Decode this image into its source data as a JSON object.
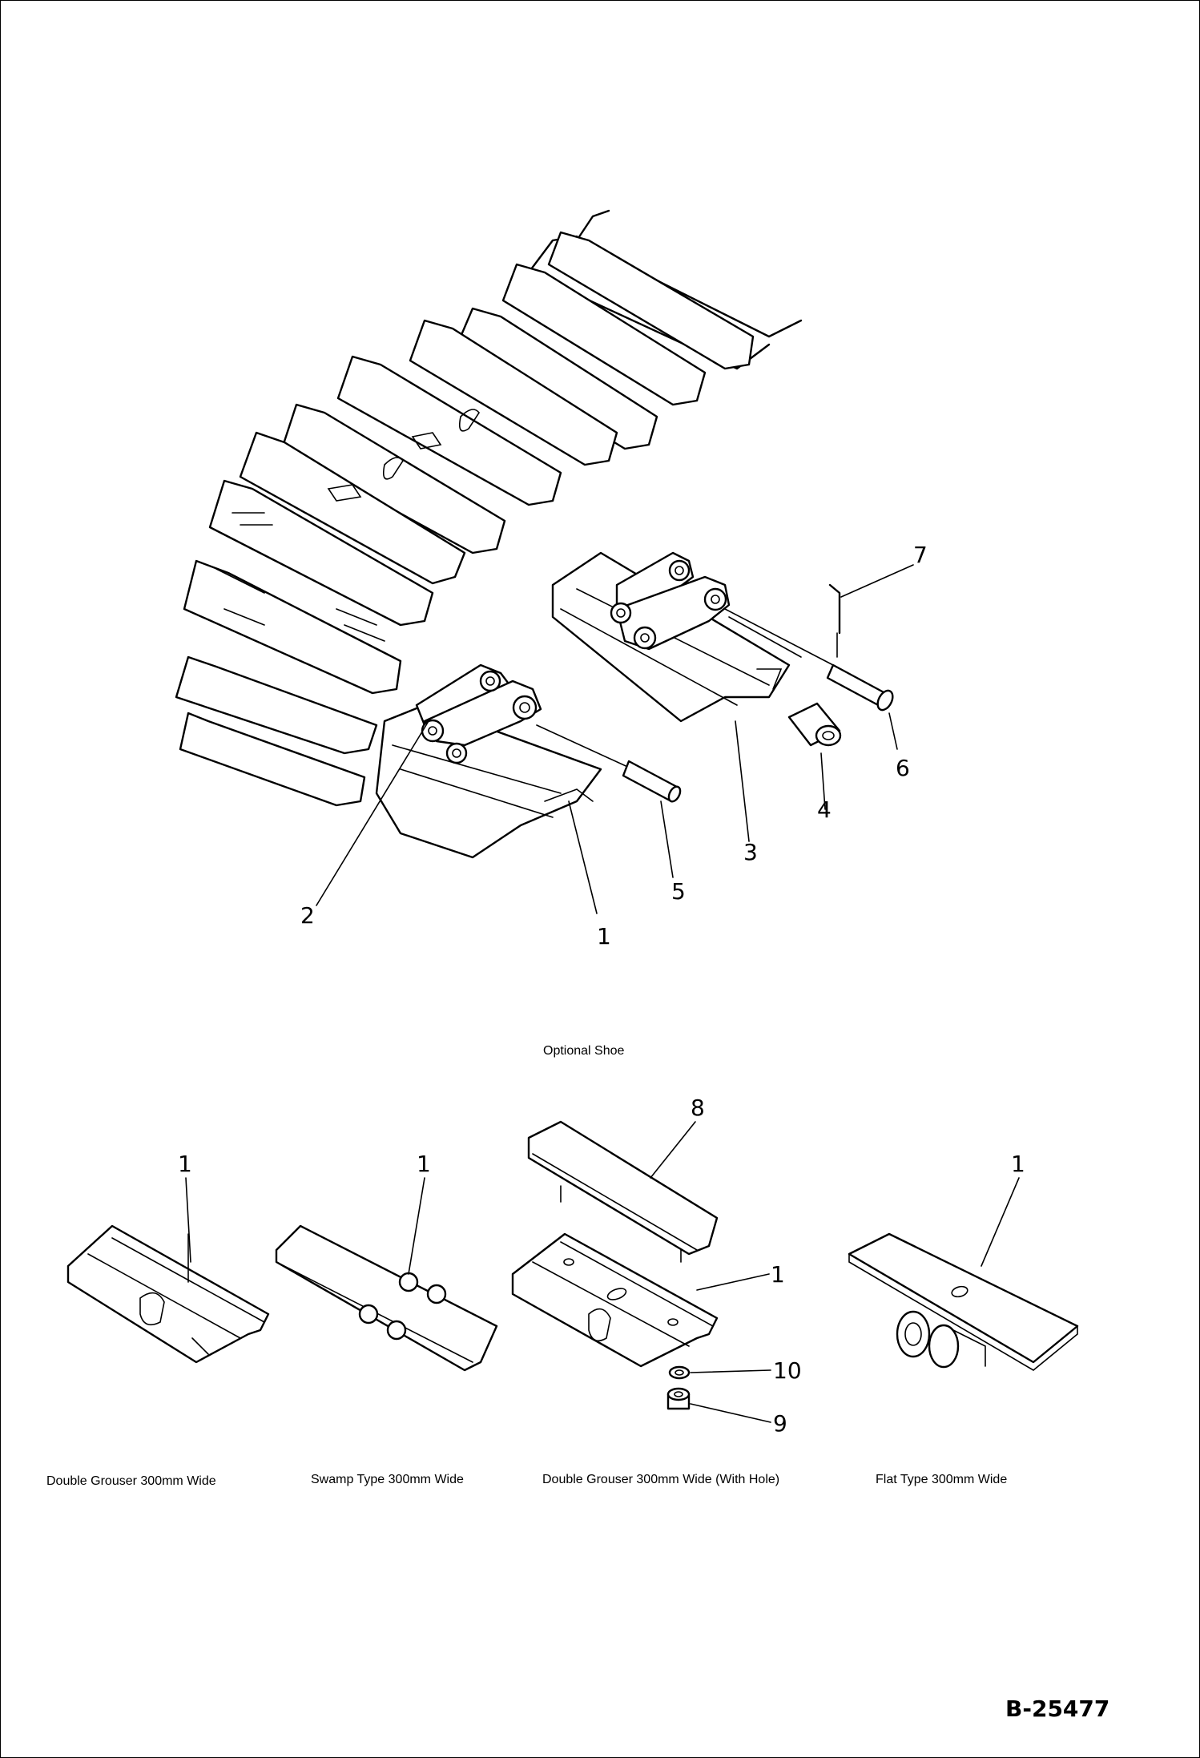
{
  "figure": {
    "callouts_main": [
      {
        "id": "c1",
        "text": "1"
      },
      {
        "id": "c2",
        "text": "2"
      },
      {
        "id": "c3",
        "text": "3"
      },
      {
        "id": "c4",
        "text": "4"
      },
      {
        "id": "c5",
        "text": "5"
      },
      {
        "id": "c6",
        "text": "6"
      },
      {
        "id": "c7",
        "text": "7"
      }
    ],
    "optional_title": "Optional Shoe",
    "optional_shoes": [
      {
        "caption": "Double Grouser 300mm Wide",
        "callouts": [
          "1"
        ]
      },
      {
        "caption": "Swamp Type 300mm Wide",
        "callouts": [
          "1"
        ]
      },
      {
        "caption": "Double Grouser 300mm Wide (With Hole)",
        "callouts": [
          "8",
          "1",
          "10",
          "9"
        ]
      },
      {
        "caption": "Flat Type 300mm Wide",
        "callouts": [
          "1"
        ]
      }
    ],
    "drawing_number": "B-25477"
  }
}
